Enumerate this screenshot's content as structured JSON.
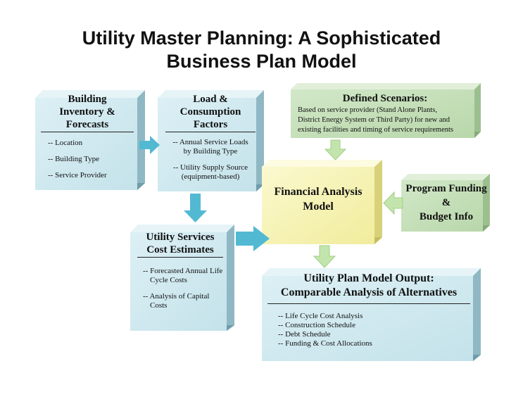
{
  "title": {
    "line1": "Utility Master Planning: A Sophisticated",
    "line2": "Business Plan Model"
  },
  "building_inventory": {
    "heading": [
      "Building",
      "Inventory &",
      "Forecasts"
    ],
    "items": [
      "-- Location",
      "-- Building Type",
      "-- Service Provider"
    ]
  },
  "load_consumption": {
    "heading": [
      "Load &",
      "Consumption",
      "Factors"
    ],
    "items": [
      "-- Annual  Service Loads",
      "by Building Type",
      "-- Utility Supply Source",
      "(equipment-based)"
    ]
  },
  "defined_scenarios": {
    "heading": "Defined Scenarios:",
    "body": [
      "Based on service provider (Stand Alone Plants,",
      "District Energy System or Third Party) for new and",
      "existing facilities and timing of service requirements"
    ]
  },
  "financial_model": {
    "heading": [
      "Financial Analysis",
      "Model"
    ]
  },
  "program_funding": {
    "heading": [
      "Program Funding",
      "&",
      "Budget Info"
    ]
  },
  "utility_services": {
    "heading": [
      "Utility Services",
      "Cost Estimates"
    ],
    "items": [
      "-- Forecasted Annual Life",
      "Cycle Costs",
      "-- Analysis of Capital",
      "Costs"
    ]
  },
  "plan_output": {
    "heading": [
      "Utility Plan Model Output:",
      "Comparable Analysis of Alternatives"
    ],
    "items": [
      "-- Life Cycle Cost Analysis",
      "-- Construction Schedule",
      "-- Debt Schedule",
      "-- Funding & Cost Allocations"
    ]
  },
  "colors": {
    "blue_face": "#cfe8ef",
    "blue_side": "#8fb8c4",
    "blue_dark": "#5f8e9c",
    "green_face": "#c6e0bc",
    "green_side": "#9cbf8f",
    "yellow_face": "#f7f4b8",
    "yellow_side": "#d7d27a",
    "arrow_blue": "#52b9d3",
    "arrow_green": "#c3e5ad"
  }
}
